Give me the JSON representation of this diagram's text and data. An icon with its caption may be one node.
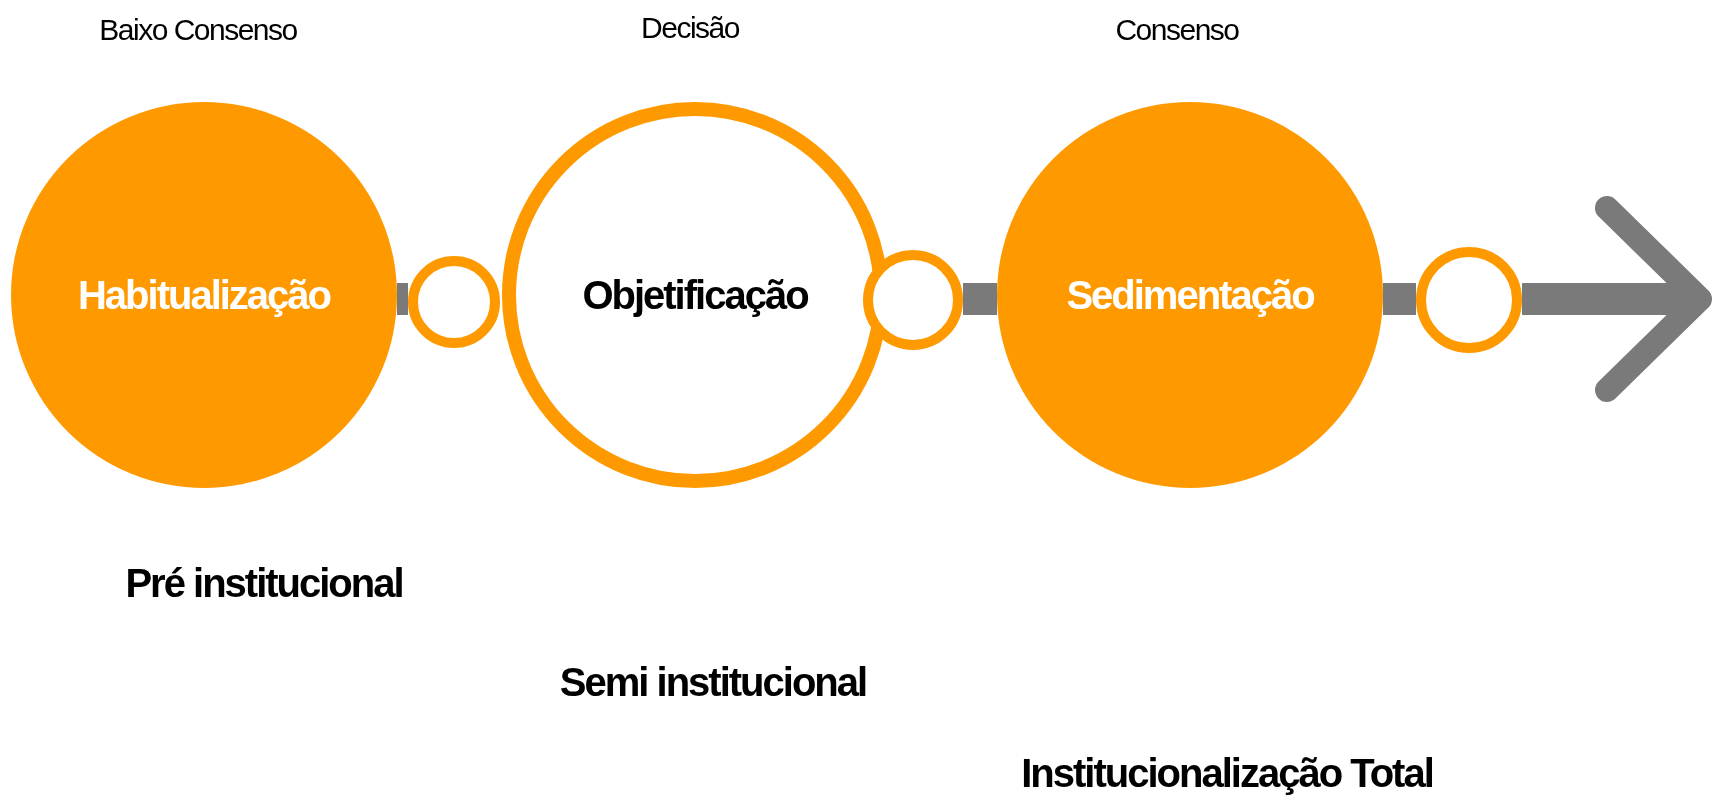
{
  "diagram": {
    "nodes": [
      {
        "text": [
          "Habitualização"
        ]
      },
      {
        "text": [],
        "shape": "circle"
      },
      {
        "text": [
          "Objetificação"
        ]
      },
      {
        "text": [],
        "shape": "circle"
      },
      {
        "text": [
          "Sedimentação"
        ]
      },
      {
        "text": [],
        "shape": "circle"
      }
    ],
    "edges": [
      {
        "from": 0,
        "to": 1,
        "arrow": "none"
      },
      {
        "from": 3,
        "to": 4,
        "arrow": "none"
      },
      {
        "from": 4,
        "to": 5,
        "arrow": "none"
      },
      {
        "from": 5,
        "to": null,
        "arrow": "to"
      }
    ],
    "labels": [
      "Baixo Consenso",
      "Decisão",
      "Consenso",
      "Pré institucional",
      "Semi institucional",
      "Institucionalização Total"
    ]
  }
}
